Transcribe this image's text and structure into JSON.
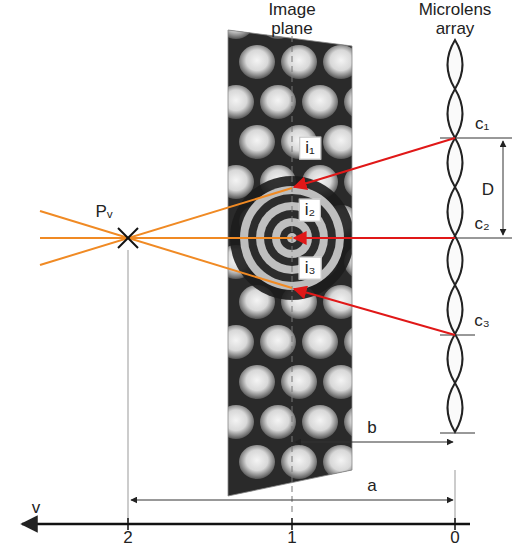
{
  "diagram": {
    "labels": [
      "Image plane",
      "Microlens array",
      "c₁",
      "D",
      "c₂",
      "c₃",
      "i₁",
      "i₂",
      "i₃",
      "Pᵥ",
      "b",
      "a",
      "v",
      "2",
      "1",
      "0"
    ]
  }
}
